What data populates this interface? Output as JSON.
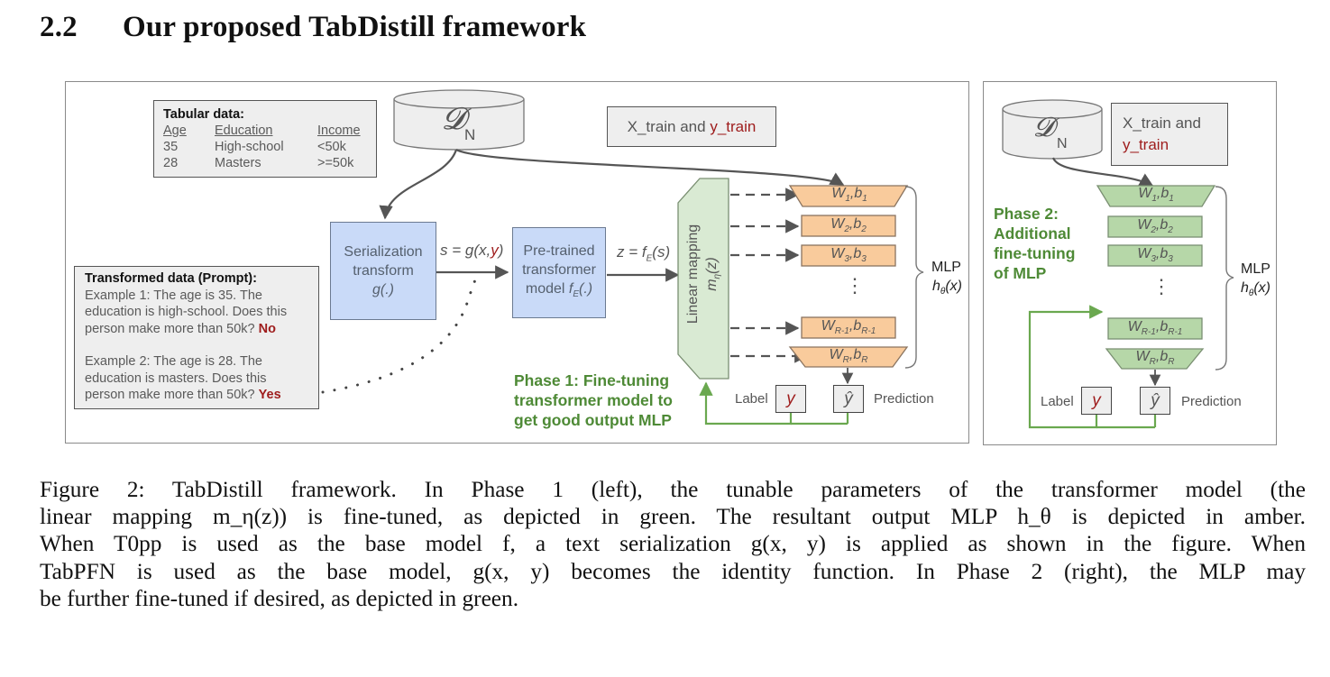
{
  "section": {
    "number": "2.2",
    "title": "Our proposed TabDistill framework"
  },
  "figure": {
    "phase1": {
      "tabular_box": {
        "title": "Tabular data:",
        "columns": [
          "Age",
          "Education",
          "Income"
        ],
        "rows": [
          [
            "35",
            "High-school",
            "<50k"
          ],
          [
            "28",
            "Masters",
            ">=50k"
          ]
        ]
      },
      "prompt_box": {
        "title": "Transformed data (Prompt):",
        "example1_lines": [
          "Example 1: The age is 35. The",
          "education is high-school. Does this",
          "person make more than 50k?"
        ],
        "example1_answer": "No",
        "example2_lines": [
          "Example 2: The age is 28. The",
          "education is masters. Does this",
          "person make more than 50k?"
        ],
        "example2_answer": "Yes"
      },
      "dataset_label": "𝓓",
      "dataset_sub": "N",
      "xtrain_text": "X_train and ",
      "ytrain_text": "y_train",
      "serialization_box": {
        "line1": "Serialization",
        "line2": "transform",
        "line3": "g(.)"
      },
      "s_label_prefix": "s = g(x,",
      "s_label_y": "y",
      "s_label_suffix": ")",
      "pretrained_box": {
        "line1": "Pre-trained",
        "line2": "transformer",
        "line3_prefix": "model ",
        "line3_f": "f",
        "line3_sub": "E",
        "line3_suffix": "(.)"
      },
      "z_label_prefix": "z = f",
      "z_label_sub": "E",
      "z_label_suffix": "(s)",
      "linear_mapping": {
        "line1": "Linear mapping",
        "line2": "m",
        "line2_sub": "η",
        "line2_suffix": "(z)"
      },
      "layers": [
        {
          "w": "W",
          "ws": "1",
          "b": "b",
          "bs": "1"
        },
        {
          "w": "W",
          "ws": "2",
          "b": "b",
          "bs": "2"
        },
        {
          "w": "W",
          "ws": "3",
          "b": "b",
          "bs": "3"
        },
        {
          "w": "W",
          "ws": "R-1",
          "b": "b",
          "bs": "R-1"
        },
        {
          "w": "W",
          "ws": "R",
          "b": "b",
          "bs": "R"
        }
      ],
      "ellipsis": "⋮",
      "mlp_label": "MLP",
      "mlp_func": "h",
      "mlp_func_sub": "θ",
      "mlp_func_suffix": "(x)",
      "label_text": "Label",
      "label_symbol": "y",
      "prediction_symbol": "ŷ",
      "prediction_text": "Prediction",
      "phase_title_lines": [
        "Phase 1: Fine-tuning",
        "transformer model to",
        "get good output MLP"
      ]
    },
    "phase2": {
      "dataset_label": "𝓓",
      "dataset_sub": "N",
      "xtrain_text": "X_train and",
      "ytrain_text": "y_train",
      "phase_title_lines": [
        "Phase 2:",
        "Additional",
        "fine-tuning",
        "of MLP"
      ],
      "mlp_label": "MLP",
      "mlp_func": "h",
      "mlp_func_sub": "θ",
      "mlp_func_suffix": "(x)",
      "label_text": "Label",
      "label_symbol": "y",
      "prediction_symbol": "ŷ",
      "prediction_text": "Prediction",
      "ellipsis": "⋮"
    },
    "colors": {
      "amber": "#f9cb9c",
      "green": "#d9ead3",
      "blue": "#c9daf8",
      "phase_green": "#4e8a36",
      "label_red": "#9e1c1c",
      "arrow_green": "#6aa84f"
    }
  },
  "caption": {
    "lines": [
      "Figure 2: TabDistill framework. In Phase 1 (left), the tunable parameters of the transformer model (the",
      "linear mapping m_η(z)) is fine-tuned, as depicted in green. The resultant output MLP h_θ is depicted in amber.",
      "When T0pp is used as the base model f, a text serialization g(x, y) is applied as shown in the figure. When",
      "TabPFN is used as the base model, g(x, y) becomes the identity function. In Phase 2 (right), the MLP may",
      "be further fine-tuned if desired, as depicted in green."
    ]
  }
}
